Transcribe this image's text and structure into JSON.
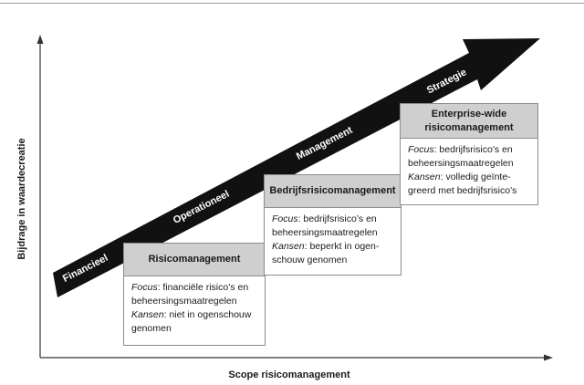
{
  "axes": {
    "y_label": "Bijdrage in waardecreatie",
    "x_label": "Scope risicomanagement"
  },
  "arrow": {
    "stages": [
      "Financieel",
      "Operationeel",
      "Management",
      "Strategie"
    ]
  },
  "boxes": [
    {
      "title_lines": [
        "Risicomanagement"
      ],
      "lines": [
        {
          "em": "Focus",
          "text": ": financiële risico’s en"
        },
        {
          "em": "",
          "text": "beheersingsmaatregelen"
        },
        {
          "em": "Kansen",
          "text": ": niet in ogenschouw"
        },
        {
          "em": "",
          "text": "genomen"
        }
      ]
    },
    {
      "title_lines": [
        "Bedrijfsrisicomanagement"
      ],
      "lines": [
        {
          "em": "Focus",
          "text": ": bedrijfsrisico’s en"
        },
        {
          "em": "",
          "text": "beheersingsmaatregelen"
        },
        {
          "em": "Kansen",
          "text": ": beperkt in ogen-"
        },
        {
          "em": "",
          "text": "schouw genomen"
        }
      ]
    },
    {
      "title_lines": [
        "Enterprise-wide",
        "risicomanagement"
      ],
      "lines": [
        {
          "em": "Focus",
          "text": ": bedrijfsrisico’s en"
        },
        {
          "em": "",
          "text": "beheersingsmaatregelen"
        },
        {
          "em": "Kansen",
          "text": ": volledig geïnte-"
        },
        {
          "em": "",
          "text": "greerd met bedrijfsrisico’s"
        }
      ]
    }
  ],
  "colors": {
    "arrow": "#111111",
    "axis": "#333333",
    "box_header": "#cfcfcf",
    "box_border": "#8c8c8c"
  }
}
